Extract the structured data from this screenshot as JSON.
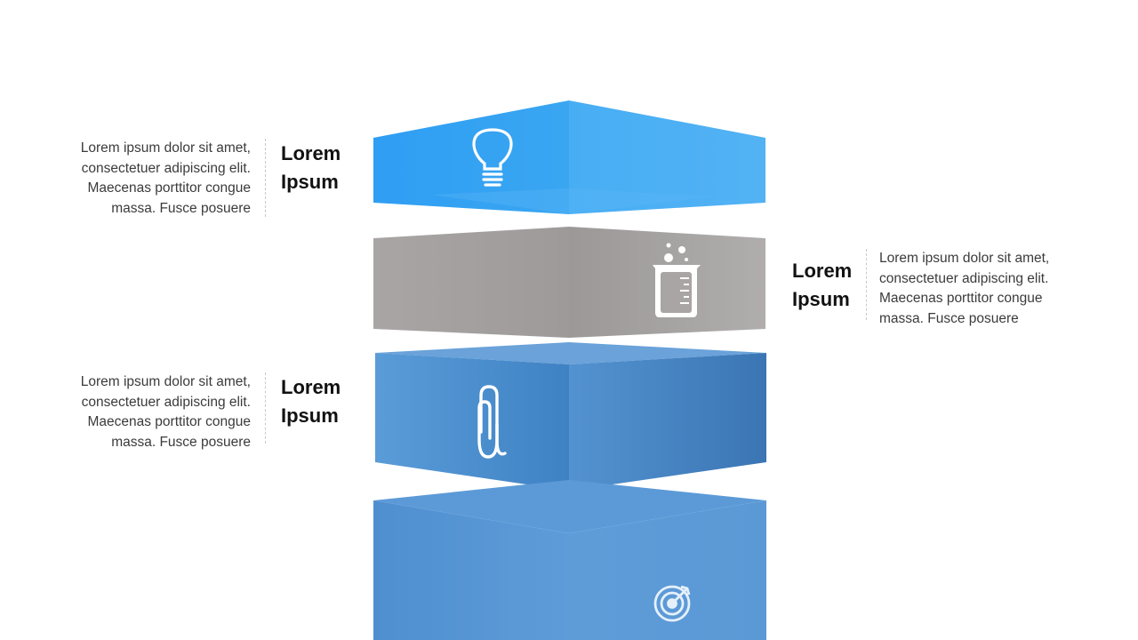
{
  "items": [
    {
      "title": "Lorem\nIpsum",
      "text": "Lorem ipsum dolor sit amet,\nconsectetuer adipiscing elit.\nMaecenas porttitor congue\nmassa. Fusce posuere",
      "icon": "lightbulb-icon",
      "color": "#3aa6f2"
    },
    {
      "title": "Lorem\nIpsum",
      "text": "Lorem ipsum dolor sit amet,\nconsectetuer adipiscing elit.\nMaecenas porttitor congue\nmassa. Fusce posuere",
      "icon": "beaker-icon",
      "color": "#a6a2a2"
    },
    {
      "title": "Lorem\nIpsum",
      "text": "Lorem ipsum dolor sit amet,\nconsectetuer adipiscing elit.\nMaecenas porttitor congue\nmassa. Fusce posuere",
      "icon": "paperclip-icon",
      "color": "#4a8fd0"
    },
    {
      "icon": "target-icon",
      "color": "#5b9ad6"
    }
  ]
}
